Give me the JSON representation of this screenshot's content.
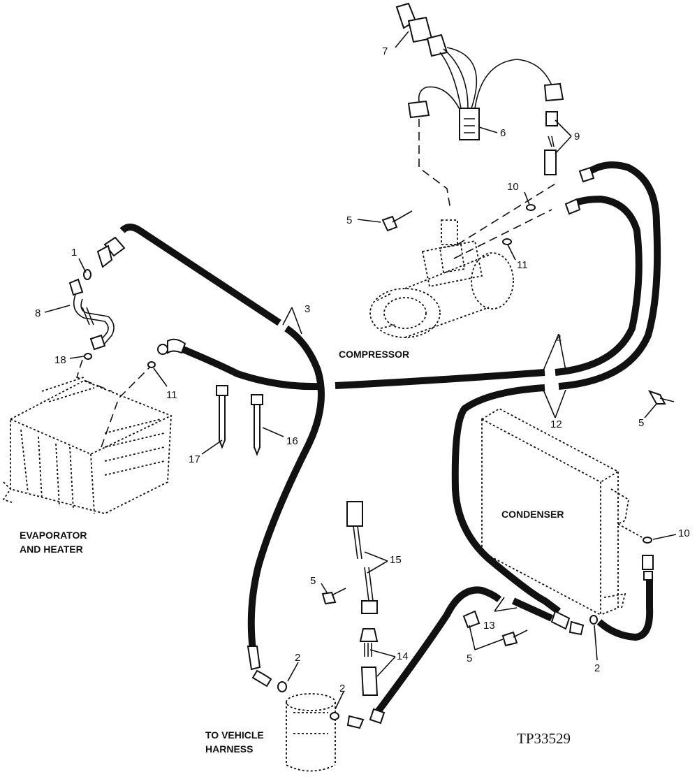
{
  "labels": {
    "compressor": "COMPRESSOR",
    "condenser": "CONDENSER",
    "evaporator_line1": "EVAPORATOR",
    "evaporator_line2": "AND HEATER",
    "vehicle_line1": "TO VEHICLE",
    "vehicle_line2": "HARNESS",
    "figure_code": "TP33529"
  },
  "callouts": {
    "c1": "1",
    "c2a": "2",
    "c2b": "2",
    "c2c": "2",
    "c3": "3",
    "c4": "4",
    "c5a": "5",
    "c5b": "5",
    "c5c": "5",
    "c5d": "5",
    "c6": "6",
    "c7": "7",
    "c8": "8",
    "c9": "9",
    "c10a": "10",
    "c10b": "10",
    "c11a": "11",
    "c11b": "11",
    "c12": "12",
    "c13": "13",
    "c14": "14",
    "c15": "15",
    "c16": "16",
    "c17": "17",
    "c18": "18"
  }
}
